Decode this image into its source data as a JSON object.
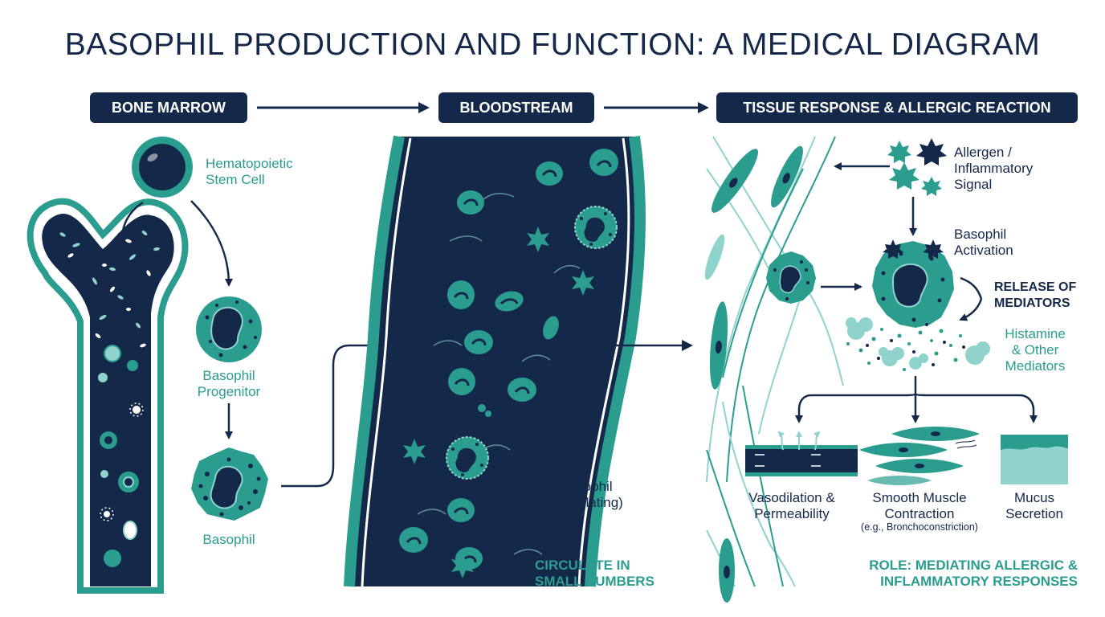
{
  "title": "BASOPHIL PRODUCTION AND FUNCTION: A MEDICAL DIAGRAM",
  "headers": {
    "bone_marrow": "BONE MARROW",
    "bloodstream": "BLOODSTREAM",
    "tissue": "TISSUE RESPONSE & ALLERGIC REACTION"
  },
  "bone_marrow": {
    "stem_cell": "Hematopoietic\nStem Cell",
    "progenitor": "Basophil\nProgenitor",
    "basophil": "Basophil"
  },
  "bloodstream": {
    "circulating": "Basophil\n(Circulating)",
    "note": "CIRCULATE IN\nSMALL NUMBERS"
  },
  "tissue": {
    "allergen": "Allergen /\nInflammatory\nSignal",
    "activation": "Basophil\nActivation",
    "release": "RELEASE OF\nMEDIATORS",
    "histamine": "Histamine\n& Other\nMediators",
    "vasodilation": "Vasodilation &\nPermeability",
    "smooth_muscle": "Smooth Muscle\nContraction",
    "smooth_muscle_example": "(e.g., Bronchoconstriction)",
    "mucus": "Mucus\nSecretion",
    "role": "ROLE: MEDIATING ALLERGIC &\nINFLAMMATORY RESPONSES"
  },
  "colors": {
    "navy": "#14284a",
    "teal": "#2a9d8f",
    "dark_teal": "#1f7f74",
    "light_teal": "#8fd3cc"
  }
}
